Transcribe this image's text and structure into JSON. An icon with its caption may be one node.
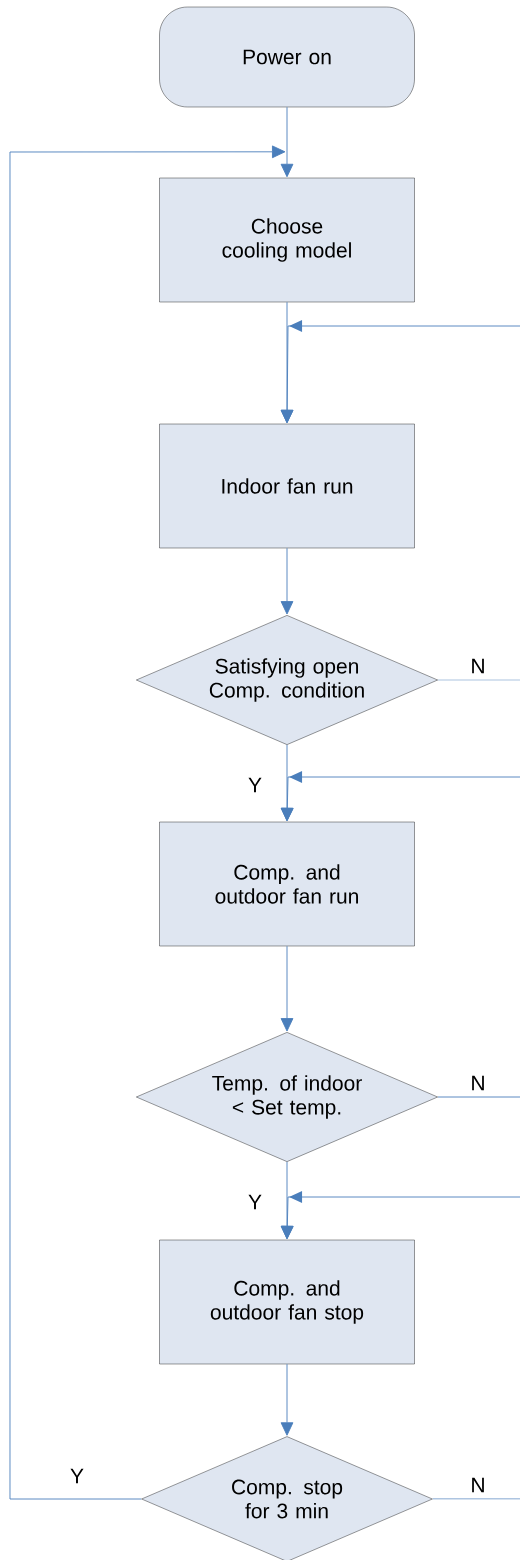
{
  "diagram": {
    "nodes": [
      {
        "text": [
          "Power on"
        ]
      },
      {
        "text": [
          "Choose cooling model"
        ]
      },
      {
        "text": [
          "Indoor fan run"
        ]
      },
      {
        "text": [
          "Satisfying open Comp. condition"
        ]
      },
      {
        "text": [
          "Comp. and outdoor fan run"
        ]
      },
      {
        "text": [
          "Temp. of indoor < Set temp."
        ]
      },
      {
        "text": [
          "Comp. and outdoor fan stop"
        ]
      },
      {
        "text": [
          "Comp. stop for 3 min"
        ]
      }
    ],
    "edges": [
      {
        "from": 0,
        "to": 1,
        "arrow": "to"
      },
      {
        "from": 1,
        "to": 2,
        "arrow": "to"
      },
      {
        "from": 2,
        "to": 3,
        "arrow": "to"
      },
      {
        "from": 3,
        "to": 4,
        "arrow": "to",
        "label": "Y"
      },
      {
        "from": 4,
        "to": 5,
        "arrow": "to"
      },
      {
        "from": 5,
        "to": 6,
        "arrow": "to",
        "label": "Y"
      },
      {
        "from": 6,
        "to": 7,
        "arrow": "to"
      },
      {
        "from": 7,
        "to": 1,
        "arrow": "to",
        "label": "Y"
      },
      {
        "from": 3,
        "to": null,
        "arrow": "none",
        "label": "N"
      },
      {
        "from": 5,
        "to": null,
        "arrow": "none",
        "label": "N"
      },
      {
        "from": 7,
        "to": null,
        "arrow": "none",
        "label": "N"
      },
      {
        "from": null,
        "to": 2,
        "arrow": "to"
      },
      {
        "from": null,
        "to": 4,
        "arrow": "to"
      },
      {
        "from": null,
        "to": 6,
        "arrow": "to"
      }
    ]
  }
}
